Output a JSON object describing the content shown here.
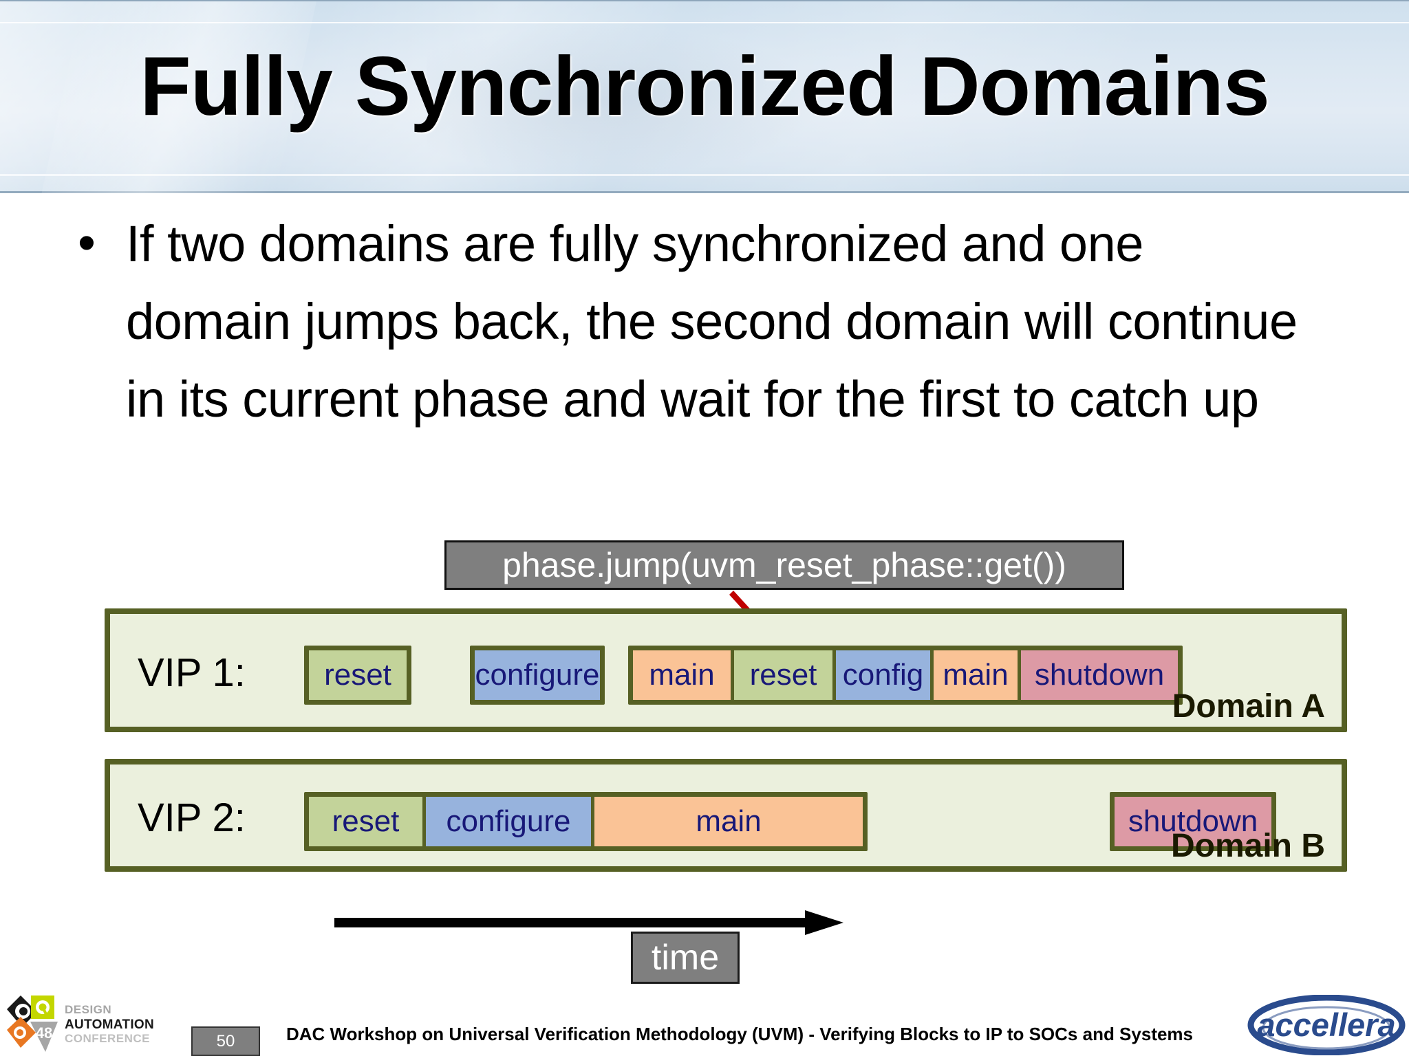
{
  "slide": {
    "title": "Fully Synchronized Domains",
    "bullet_marker": "•",
    "bullet_text": "If two domains are fully synchronized and one domain jumps back, the second domain will continue in its current phase and wait for the first to catch up"
  },
  "diagram": {
    "callout_label": "phase.jump(uvm_reset_phase::get())",
    "arrow_icon": "red-down-right-arrow",
    "time_axis_icon": "right-arrow",
    "time_label": "time",
    "rows": [
      {
        "vip_label": "VIP 1:",
        "domain_tag": "Domain A",
        "groups": [
          {
            "segments": [
              {
                "label": "reset",
                "color": "green"
              }
            ]
          },
          {
            "segments": [
              {
                "label": "configure",
                "color": "blue"
              }
            ]
          },
          {
            "segments": [
              {
                "label": "main",
                "color": "orange"
              },
              {
                "label": "reset",
                "color": "green"
              },
              {
                "label": "config",
                "color": "blue"
              },
              {
                "label": "main",
                "color": "orange"
              },
              {
                "label": "shutdown",
                "color": "pink"
              }
            ]
          }
        ]
      },
      {
        "vip_label": "VIP 2:",
        "domain_tag": "Domain B",
        "groups": [
          {
            "segments": [
              {
                "label": "reset",
                "color": "green"
              },
              {
                "label": "configure",
                "color": "blue"
              },
              {
                "label": "main",
                "color": "orange"
              }
            ]
          },
          {
            "segments": [
              {
                "label": "shutdown",
                "color": "pink"
              }
            ]
          }
        ]
      }
    ]
  },
  "colors": {
    "phase_green": "#c3d39a",
    "phase_blue": "#97b3dd",
    "phase_orange": "#fac396",
    "phase_pink": "#dd9aa5",
    "domain_border": "#566024",
    "domain_fill": "#ebf0dd",
    "callout_fill": "#7f7f7f",
    "arrow_red": "#c00000",
    "accellera_blue": "#2a4b8d",
    "dac_green": "#c3d600",
    "dac_orange": "#e87722",
    "dac_gray": "#a6a6a6"
  },
  "footer": {
    "page_number": "50",
    "text": "DAC Workshop on Universal Verification Methodology (UVM) - Verifying Blocks to IP to SOCs and Systems",
    "dac_logo_lines": [
      "DESIGN",
      "AUTOMATION",
      "CONFERENCE"
    ],
    "dac_logo_edition": "48",
    "accellera_logo_text": "accellera"
  }
}
